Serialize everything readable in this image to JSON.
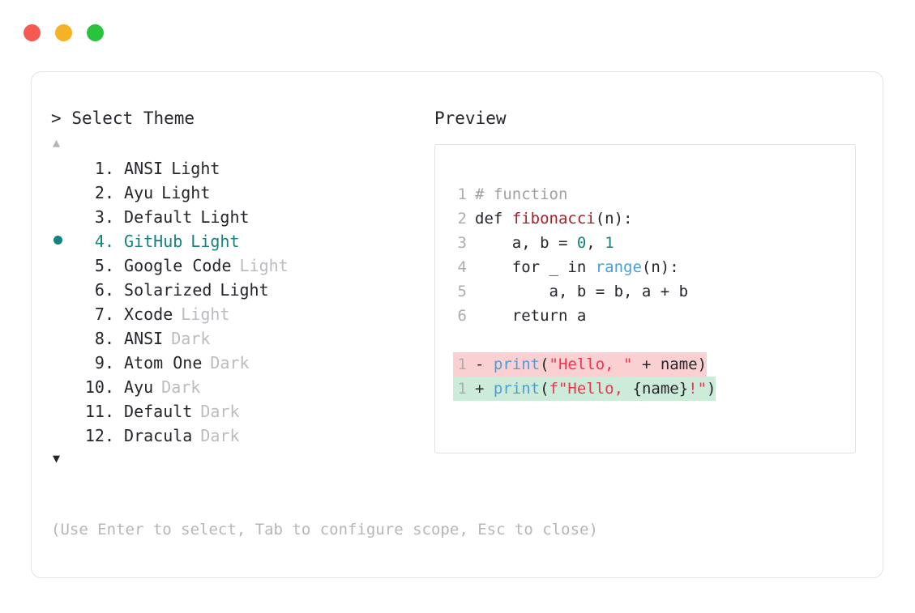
{
  "window": {
    "dots": [
      {
        "name": "close",
        "color": "#f55a52"
      },
      {
        "name": "minimize",
        "color": "#f5b225"
      },
      {
        "name": "maximize",
        "color": "#27c43c"
      }
    ]
  },
  "prompt": {
    "marker": ">",
    "title": "Select Theme"
  },
  "scroll": {
    "up": "▲",
    "down": "▼"
  },
  "list": {
    "selected_index": 4,
    "items": [
      {
        "num": "1.",
        "name": "ANSI",
        "variant": "Light",
        "variant_dim": false
      },
      {
        "num": "2.",
        "name": "Ayu",
        "variant": "Light",
        "variant_dim": false
      },
      {
        "num": "3.",
        "name": "Default",
        "variant": "Light",
        "variant_dim": false
      },
      {
        "num": "4.",
        "name": "GitHub",
        "variant": "Light",
        "variant_dim": false
      },
      {
        "num": "5.",
        "name": "Google Code",
        "variant": "Light",
        "variant_dim": true
      },
      {
        "num": "6.",
        "name": "Solarized",
        "variant": "Light",
        "variant_dim": false
      },
      {
        "num": "7.",
        "name": "Xcode",
        "variant": "Light",
        "variant_dim": true
      },
      {
        "num": "8.",
        "name": "ANSI",
        "variant": "Dark",
        "variant_dim": true
      },
      {
        "num": "9.",
        "name": "Atom One",
        "variant": "Dark",
        "variant_dim": true
      },
      {
        "num": "10.",
        "name": "Ayu",
        "variant": "Dark",
        "variant_dim": true
      },
      {
        "num": "11.",
        "name": "Default",
        "variant": "Dark",
        "variant_dim": true
      },
      {
        "num": "12.",
        "name": "Dracula",
        "variant": "Dark",
        "variant_dim": true
      }
    ]
  },
  "preview": {
    "title": "Preview",
    "code_lines": [
      {
        "gutter": "1",
        "tokens": [
          {
            "t": "# function",
            "c": "comment"
          }
        ]
      },
      {
        "gutter": "2",
        "tokens": [
          {
            "t": "def ",
            "c": "plain"
          },
          {
            "t": "fibonacci",
            "c": "func"
          },
          {
            "t": "(n):",
            "c": "punct"
          }
        ]
      },
      {
        "gutter": "3",
        "tokens": [
          {
            "t": "    a, b = ",
            "c": "plain"
          },
          {
            "t": "0",
            "c": "num"
          },
          {
            "t": ", ",
            "c": "plain"
          },
          {
            "t": "1",
            "c": "num"
          }
        ]
      },
      {
        "gutter": "4",
        "tokens": [
          {
            "t": "    for _ in ",
            "c": "plain"
          },
          {
            "t": "range",
            "c": "builtin"
          },
          {
            "t": "(n):",
            "c": "punct"
          }
        ]
      },
      {
        "gutter": "5",
        "tokens": [
          {
            "t": "        a, b = b, a + b",
            "c": "plain"
          }
        ]
      },
      {
        "gutter": "6",
        "tokens": [
          {
            "t": "    return a",
            "c": "plain"
          }
        ]
      }
    ],
    "diff_lines": [
      {
        "gutter": "1",
        "sign": "-",
        "kind": "del",
        "tokens": [
          {
            "t": "print",
            "c": "builtin"
          },
          {
            "t": "(",
            "c": "punct"
          },
          {
            "t": "\"Hello, \"",
            "c": "string"
          },
          {
            "t": " + name",
            "c": "plain"
          },
          {
            "t": ")",
            "c": "punct"
          }
        ]
      },
      {
        "gutter": "1",
        "sign": "+",
        "kind": "add",
        "tokens": [
          {
            "t": "print",
            "c": "builtin"
          },
          {
            "t": "(",
            "c": "punct"
          },
          {
            "t": "f\"Hello, ",
            "c": "string"
          },
          {
            "t": "{name}",
            "c": "plain"
          },
          {
            "t": "!\"",
            "c": "string"
          },
          {
            "t": ")",
            "c": "punct"
          }
        ]
      }
    ]
  },
  "footer": {
    "hint": "(Use Enter to select, Tab to configure scope, Esc to close)"
  },
  "colors": {
    "accent": "#16827c",
    "dim_text": "#bcbcc0",
    "text": "#24262b",
    "diff_del_bg": "#fbd0d3",
    "diff_add_bg": "#cdebd9"
  }
}
